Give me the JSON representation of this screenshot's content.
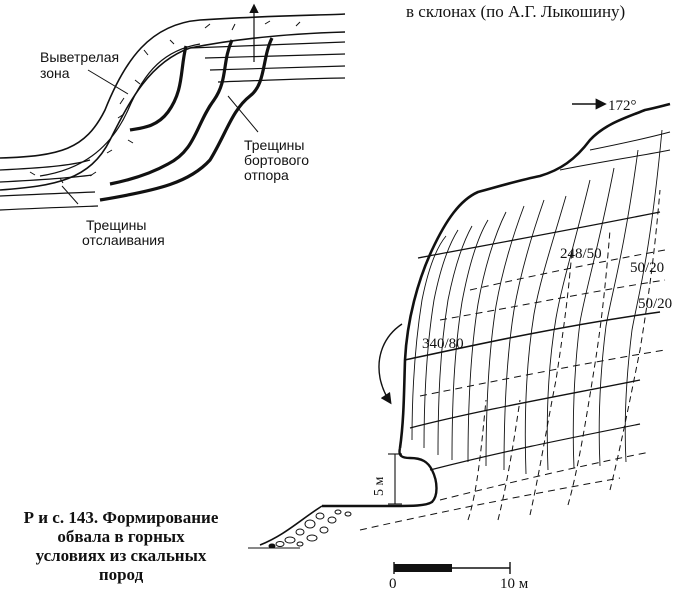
{
  "header": {
    "text": "в склонах (по А.Г. Лыкошину)"
  },
  "inset": {
    "label_weathered": [
      "Выветрелая",
      "зона"
    ],
    "label_side_cracks": [
      "Трещины",
      "бортового",
      "отпора"
    ],
    "label_peel_cracks": [
      "Трещины",
      "отслаивания"
    ]
  },
  "main": {
    "azimuth": "172°",
    "orientations": [
      "248/50",
      "50/20",
      "50/20",
      "340/80"
    ],
    "height_marker": "5 м",
    "scale": {
      "start": "0",
      "end": "10 м"
    }
  },
  "caption": {
    "lines": [
      "Р и с. 143. Формирование",
      "обвала в горных",
      "условиях из скальных",
      "пород"
    ]
  }
}
